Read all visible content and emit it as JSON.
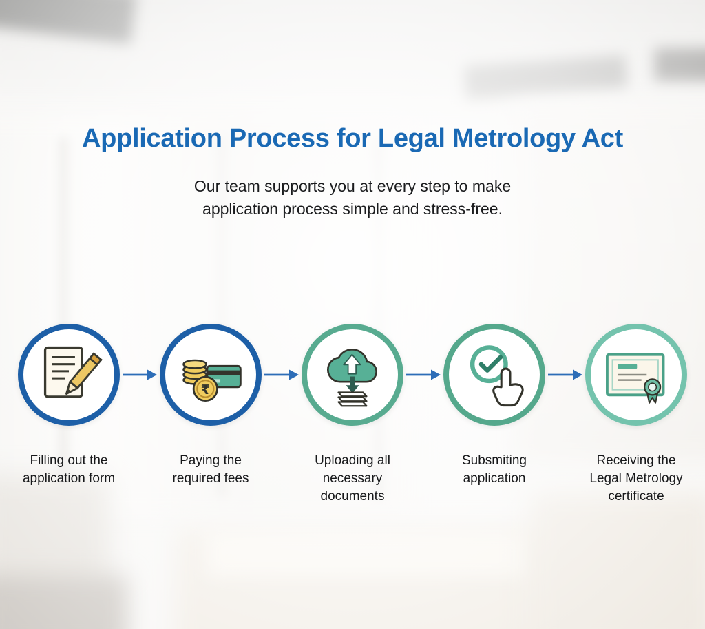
{
  "header": {
    "title": "Application Process for Legal Metrology Act",
    "subtitle": "Our team supports you at every step to make application process simple and stress-free."
  },
  "steps": [
    {
      "label": "Filling out the application form",
      "icon": "document-pencil-icon",
      "ring": "#1d5fa7"
    },
    {
      "label": "Paying the required fees",
      "icon": "coins-card-icon",
      "ring": "#1d5fa7"
    },
    {
      "label": "Uploading all necessary documents",
      "icon": "cloud-upload-documents-icon",
      "ring": "#58ab90"
    },
    {
      "label": "Subsmiting application",
      "icon": "submit-click-icon",
      "ring": "#55a88c"
    },
    {
      "label": "Receiving the Legal Metrology certificate",
      "icon": "certificate-icon",
      "ring": "#74c3ad"
    }
  ],
  "arrow": {
    "color": "#2d6db7"
  },
  "colors": {
    "title": "#1a69b4",
    "subtitle_text": "#1b1c1e",
    "label_text": "#17181a",
    "teal_accent": "#57b096",
    "blue_accent": "#1d5fa7",
    "coin_gold": "#f0cc5f"
  }
}
